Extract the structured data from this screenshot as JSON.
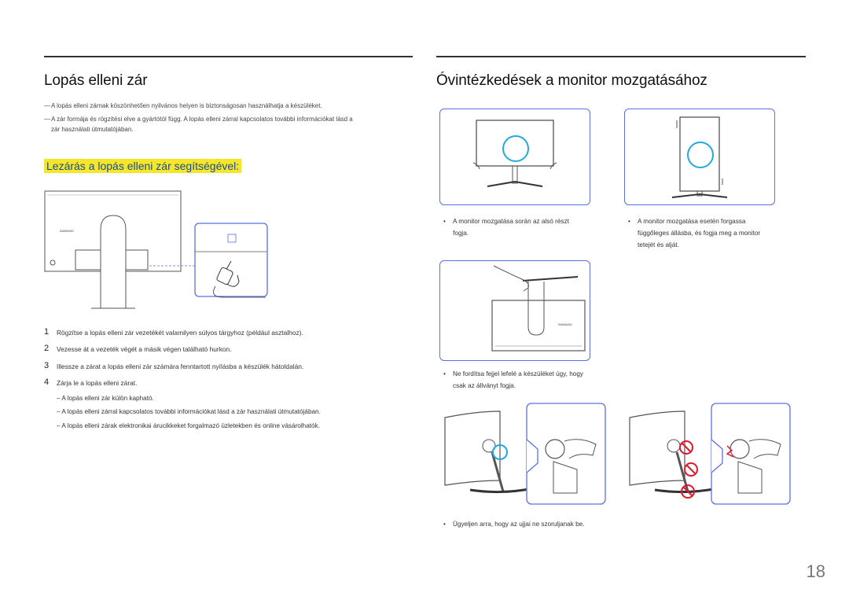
{
  "left": {
    "title": "Lopás elleni zár",
    "notes": [
      "A lopás elleni zárnak köszönhetően nyilvános helyen is biztonságosan használhatja a készüléket.",
      "A zár formája és rögzítési elve a gyártótól függ. A lopás elleni zárral kapcsolatos további információkat lásd a",
      "zár használati útmutatójában."
    ],
    "note_dash": "―",
    "subheading": "Lezárás a lopás elleni zár segítségével:",
    "brand_label": "SAMSUNG",
    "steps": [
      {
        "num": "1",
        "text": "Rögzítse a lopás elleni zár vezetékét valamilyen súlyos tárgyhoz (például asztalhoz)."
      },
      {
        "num": "2",
        "text": "Vezesse át a vezeték végét a másik végen található hurkon."
      },
      {
        "num": "3",
        "text": "Illessze a zárat a lopás elleni zár számára fenntartott nyílásba a készülék hátoldalán."
      },
      {
        "num": "4",
        "text": "Zárja le a lopás elleni zárat."
      }
    ],
    "subitems": [
      "–  A lopás elleni zár külön kapható.",
      "–  A lopás elleni zárral kapcsolatos további információkat lásd a zár használati útmutatójában.",
      "–  A lopás elleni zárak elektronikai árucikkeket forgalmazó üzletekben és online vásárolhatók."
    ]
  },
  "right": {
    "title": "Óvintézkedések a monitor mozgatásához",
    "bullet": "•",
    "bullet1": [
      "A monitor mozgatása során az alsó részt",
      "fogja."
    ],
    "bullet2": [
      "A monitor mozgatása esetén forgassa",
      "függőleges állásba, és fogja meg a monitor",
      "tetejét és alját."
    ],
    "bullet3": [
      "Ne fordítsa fejjel lefelé a készüléket úgy, hogy",
      "csak az állványt fogja."
    ],
    "bullet4": [
      "Ügyeljen arra, hogy az ujjai ne szoruljanak be."
    ]
  },
  "page_number": "18",
  "colors": {
    "panel_border": "#5a6fe8",
    "ok_circle": "#22a9e0",
    "prohibited": "#e0192a",
    "highlight": "#f5e62a"
  }
}
